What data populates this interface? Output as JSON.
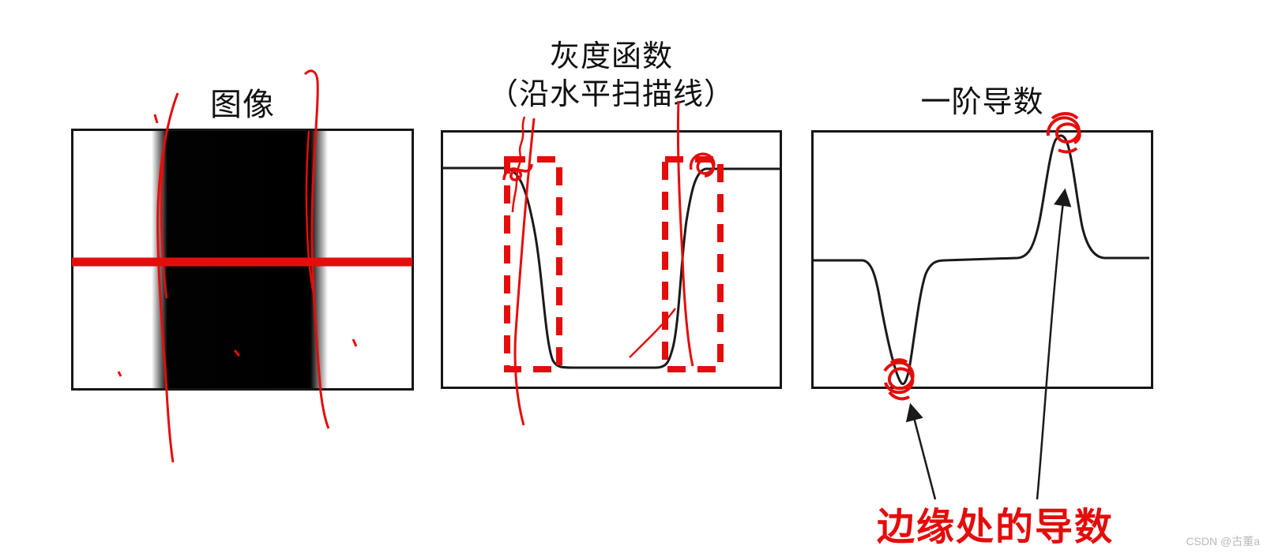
{
  "colors": {
    "annotation_red": "#e40d0c",
    "ink_black": "#1a1a1a",
    "watermark_gray": "#b7babd"
  },
  "titles": {
    "image_panel": "图像",
    "gray_panel_line1": "灰度函数",
    "gray_panel_line2": "（沿水平扫描线）",
    "derivative_panel": "一阶导数"
  },
  "callout_label": "边缘处的导数",
  "watermark": "CSDN @古董a",
  "image_panel_content": {
    "background": "#ffffff",
    "dark_band_x_percent": [
      23.5,
      75.0
    ],
    "scan_line_y_percent": 51,
    "scan_line_color": "#e40d0c"
  },
  "chart_data": [
    {
      "type": "line",
      "title": "灰度函数（沿水平扫描线）",
      "xlabel": "",
      "ylabel": "",
      "x_percent": [
        0,
        19,
        23,
        27,
        31,
        35,
        64,
        68,
        72,
        76,
        100
      ],
      "y_gray_level": [
        1.0,
        1.0,
        0.8,
        0.35,
        0.05,
        0.0,
        0.0,
        0.1,
        0.5,
        1.0,
        1.0
      ],
      "ylim": [
        0,
        1
      ],
      "grid": false,
      "legend": false,
      "highlighted_edge_regions_x_percent": [
        [
          19,
          35
        ],
        [
          66,
          82
        ]
      ],
      "highlight_style": "red-dashed-box"
    },
    {
      "type": "line",
      "title": "一阶导数",
      "xlabel": "",
      "ylabel": "",
      "x_percent": [
        0,
        17,
        21,
        27,
        31,
        35,
        61,
        66,
        73,
        78,
        83,
        100
      ],
      "y_derivative": [
        0,
        0,
        -0.3,
        -1.0,
        -0.3,
        0,
        0,
        0.3,
        1.0,
        0.3,
        0,
        0
      ],
      "ylim": [
        -1,
        1
      ],
      "zero_baseline": true,
      "grid": false,
      "legend": false,
      "circled_points_x_percent": [
        27,
        73
      ],
      "circle_style": "red-scribble"
    }
  ]
}
